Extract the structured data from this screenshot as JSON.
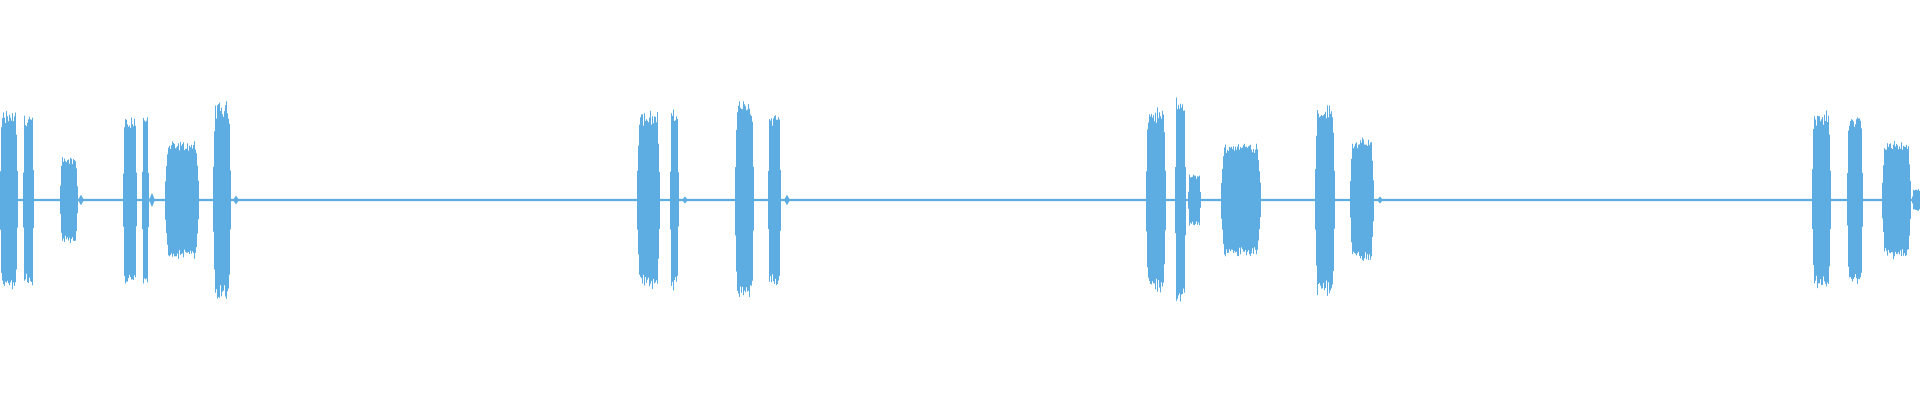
{
  "waveform": {
    "color": "#5DADE2",
    "background": "#FFFFFF",
    "baseline_amplitude": 0.012,
    "bursts": [
      {
        "start": 0.0,
        "end": 0.009,
        "amplitude": 0.98
      },
      {
        "start": 0.012,
        "end": 0.017,
        "amplitude": 0.96
      },
      {
        "start": 0.031,
        "end": 0.04,
        "amplitude": 0.47
      },
      {
        "start": 0.064,
        "end": 0.071,
        "amplitude": 0.94
      },
      {
        "start": 0.074,
        "end": 0.077,
        "amplitude": 0.95
      },
      {
        "start": 0.086,
        "end": 0.103,
        "amplitude": 0.64
      },
      {
        "start": 0.111,
        "end": 0.12,
        "amplitude": 1.08
      },
      {
        "start": 0.332,
        "end": 0.343,
        "amplitude": 0.98
      },
      {
        "start": 0.349,
        "end": 0.353,
        "amplitude": 0.98
      },
      {
        "start": 0.383,
        "end": 0.392,
        "amplitude": 1.1
      },
      {
        "start": 0.4,
        "end": 0.406,
        "amplitude": 0.96
      },
      {
        "start": 0.597,
        "end": 0.607,
        "amplitude": 1.0
      },
      {
        "start": 0.612,
        "end": 0.617,
        "amplitude": 1.12
      },
      {
        "start": 0.619,
        "end": 0.625,
        "amplitude": 0.28
      },
      {
        "start": 0.636,
        "end": 0.656,
        "amplitude": 0.63
      },
      {
        "start": 0.685,
        "end": 0.695,
        "amplitude": 1.04
      },
      {
        "start": 0.703,
        "end": 0.715,
        "amplitude": 0.67
      },
      {
        "start": 0.944,
        "end": 0.953,
        "amplitude": 0.98
      },
      {
        "start": 0.962,
        "end": 0.97,
        "amplitude": 0.93
      },
      {
        "start": 0.98,
        "end": 0.995,
        "amplitude": 0.64
      },
      {
        "start": 0.996,
        "end": 1.0,
        "amplitude": 0.12
      }
    ],
    "blips": [
      {
        "position": 0.042,
        "amplitude": 0.06
      },
      {
        "position": 0.079,
        "amplitude": 0.08
      },
      {
        "position": 0.123,
        "amplitude": 0.05
      },
      {
        "position": 0.357,
        "amplitude": 0.04
      },
      {
        "position": 0.41,
        "amplitude": 0.06
      },
      {
        "position": 0.719,
        "amplitude": 0.04
      }
    ]
  }
}
